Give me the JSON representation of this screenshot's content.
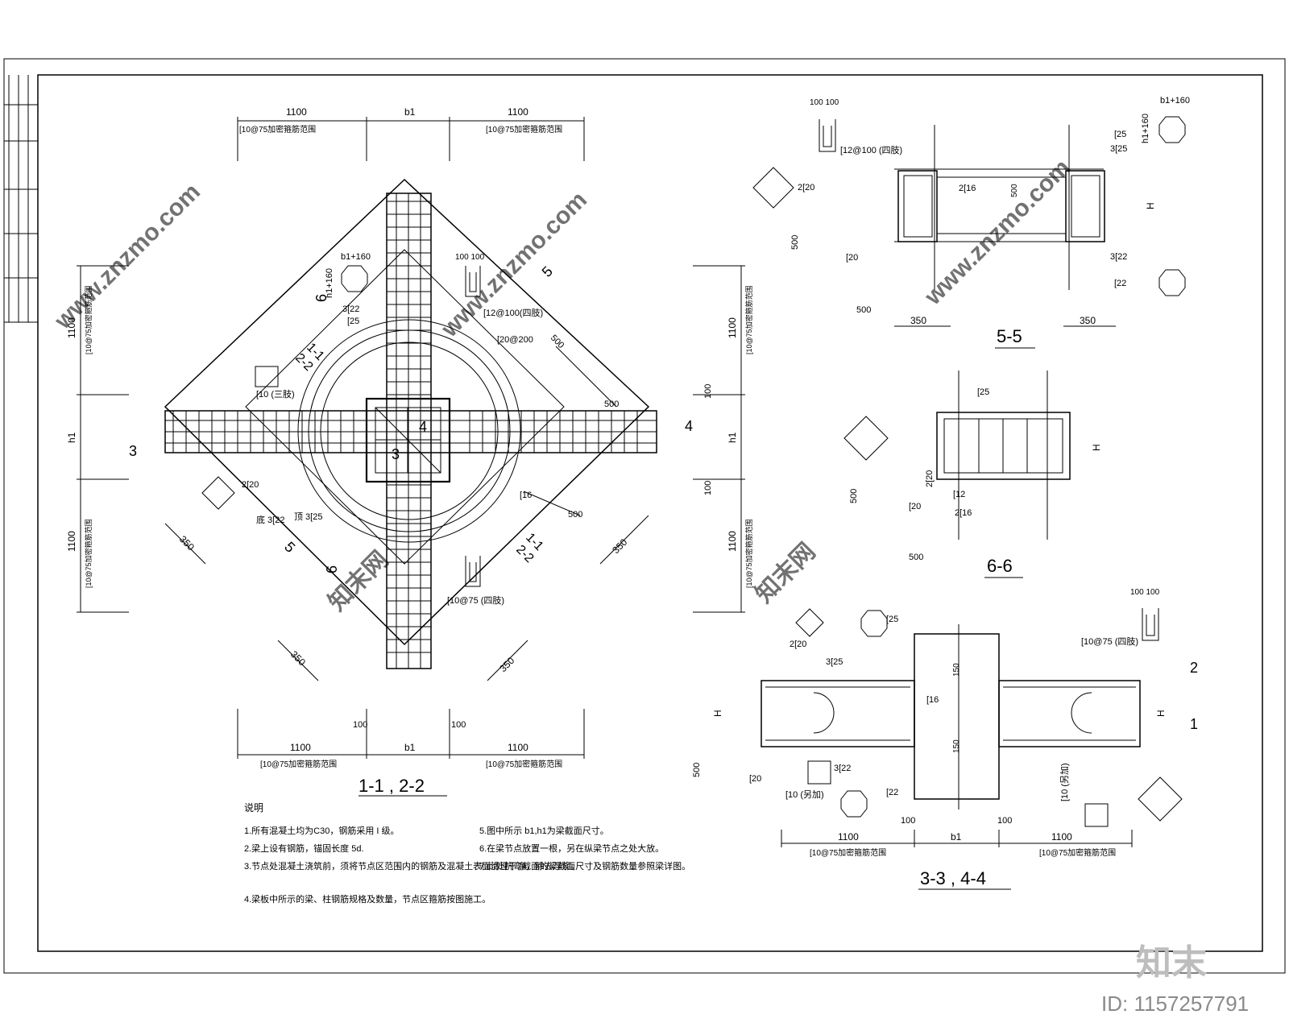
{
  "main_plan": {
    "caption": "1-1 , 2-2",
    "dim_top": [
      "1100",
      "b1",
      "1100"
    ],
    "dim_bottom": [
      "1100",
      "b1",
      "1100"
    ],
    "dim_side_left": [
      "1100",
      "h1",
      "1100"
    ],
    "dim_side_right": [
      "1100",
      "h1",
      "1100"
    ],
    "stirrup_zone": "[10@75加密箍筋范围",
    "center_labels": [
      "4",
      "3"
    ],
    "section_marks": [
      "1-1",
      "2-2",
      "5",
      "6",
      "3",
      "4",
      "1-1",
      "2-2",
      "5",
      "6"
    ],
    "bar_labels": [
      "3[22",
      "[25",
      "2[20",
      "[10 (三肢)",
      "[12@100(四肢)",
      "[20@200",
      "[16",
      "[10@75 (四肢)",
      "底 3[22",
      "顶 3[25"
    ],
    "small_dims": [
      "350",
      "350",
      "350",
      "350",
      "500",
      "500",
      "500",
      "100",
      "100",
      "100",
      "100"
    ],
    "small_marks": [
      "b1+160",
      "h1+160",
      "100 100"
    ]
  },
  "section_55": {
    "caption": "5-5",
    "labels": [
      "100 100",
      "[12@100 (四肢)",
      "2[20",
      "[20",
      "2[16",
      "3[25",
      "3[22",
      "[22",
      "[25",
      "b1+160",
      "h1+160",
      "H",
      "500"
    ],
    "dims": [
      "350",
      "350",
      "500",
      "500"
    ]
  },
  "section_66": {
    "caption": "6-6",
    "labels": [
      "[25",
      "2[20",
      "[20",
      "[12",
      "2[16",
      "H",
      "500"
    ],
    "dims": [
      "500"
    ]
  },
  "section_34": {
    "caption": "3-3 , 4-4",
    "labels": [
      "[25",
      "2[20",
      "3[25",
      "[16",
      "150",
      "150",
      "3[22",
      "[22",
      "[20",
      "[10 (另加)",
      "[10@75 (四肢)",
      "[10 (另加)",
      "H",
      "H",
      "2",
      "1",
      "100 100",
      "500"
    ],
    "dims": [
      "1100",
      "b1",
      "1100"
    ],
    "dim_small": [
      "100",
      "100"
    ],
    "stirrup_zone": "[10@75加密箍筋范围"
  },
  "notes": {
    "title": "说明",
    "items": [
      "1.所有混凝土均为C30，钢筋采用 I 级。",
      "2.梁上设有钢筋，锚固长度 5d.",
      "3.节点处混凝土浇筑前，须将节点区范围内的钢筋及混凝土表面清理干净，除去浮浆。",
      "4.梁板中所示的梁、柱钢筋规格及数量，节点区箍筋按图施工。",
      "5.图中所示 b1,h1为梁截面尺寸。",
      "6.在梁节点放置一根，另在纵梁节点之处大放。",
      "7.此处抗弯截面的梁截面尺寸及钢筋数量参照梁详图。"
    ]
  },
  "watermarks": [
    "www.znzmo.com",
    "知末网",
    "www.znzmo.com",
    "知末网",
    "www.znzmo.com"
  ],
  "logo": "知末",
  "id_label": "ID: 1157257791"
}
